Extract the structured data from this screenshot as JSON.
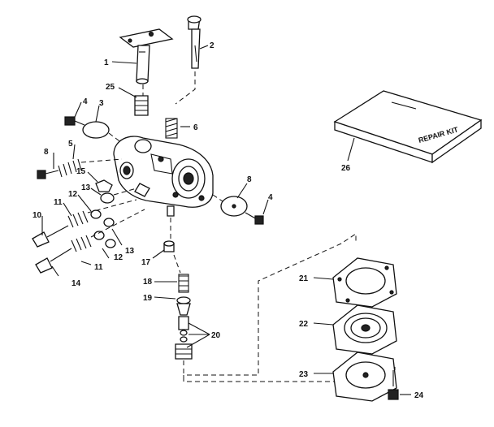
{
  "labels": {
    "l1": "1",
    "l2": "2",
    "l3": "3",
    "l4a": "4",
    "l4b": "4",
    "l5": "5",
    "l6": "6",
    "l8a": "8",
    "l8b": "8",
    "l10": "10",
    "l11a": "11",
    "l11b": "11",
    "l12a": "12",
    "l12b": "12",
    "l13a": "13",
    "l13b": "13",
    "l14": "14",
    "l15": "15",
    "l17": "17",
    "l18": "18",
    "l19": "19",
    "l20": "20",
    "l21": "21",
    "l22": "22",
    "l23": "23",
    "l24": "24",
    "l25": "25",
    "l26": "26"
  },
  "kit": {
    "text": "REPAIR KIT"
  }
}
